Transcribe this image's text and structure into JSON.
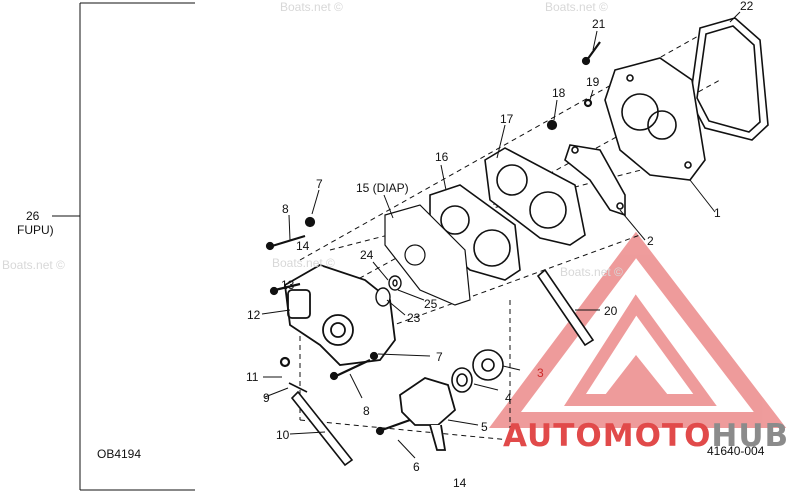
{
  "title_code": "OB4194",
  "drawing_number": "41640-004",
  "bottom_number": "14",
  "group_label": {
    "number": "26",
    "name": "FUPU)"
  },
  "watermarks": [
    "Boats.net ©",
    "Boats.net ©",
    "Boats.net ©",
    "Boats.net ©",
    "Boats.net ©"
  ],
  "brand": {
    "part1": "AUTO",
    "part2": "MOTO",
    "part3": "HUB",
    "accent_color": "#e14a4a",
    "secondary_color": "#8b8b8b"
  },
  "callouts": [
    {
      "id": "c1",
      "text": "1"
    },
    {
      "id": "c2",
      "text": "2"
    },
    {
      "id": "c3",
      "text": "3"
    },
    {
      "id": "c4",
      "text": "4"
    },
    {
      "id": "c5",
      "text": "5"
    },
    {
      "id": "c6",
      "text": "6"
    },
    {
      "id": "c7a",
      "text": "7"
    },
    {
      "id": "c7b",
      "text": "7"
    },
    {
      "id": "c8a",
      "text": "8"
    },
    {
      "id": "c8b",
      "text": "8"
    },
    {
      "id": "c9",
      "text": "9"
    },
    {
      "id": "c10",
      "text": "10"
    },
    {
      "id": "c11",
      "text": "11"
    },
    {
      "id": "c12",
      "text": "12"
    },
    {
      "id": "c13",
      "text": "13"
    },
    {
      "id": "c14",
      "text": "14"
    },
    {
      "id": "c15",
      "text": "15 (DIAP)"
    },
    {
      "id": "c16",
      "text": "16"
    },
    {
      "id": "c17",
      "text": "17"
    },
    {
      "id": "c18",
      "text": "18"
    },
    {
      "id": "c19",
      "text": "19"
    },
    {
      "id": "c20",
      "text": "20"
    },
    {
      "id": "c21",
      "text": "21"
    },
    {
      "id": "c22",
      "text": "22"
    },
    {
      "id": "c23",
      "text": "23"
    },
    {
      "id": "c24",
      "text": "24"
    },
    {
      "id": "c25",
      "text": "25"
    }
  ]
}
